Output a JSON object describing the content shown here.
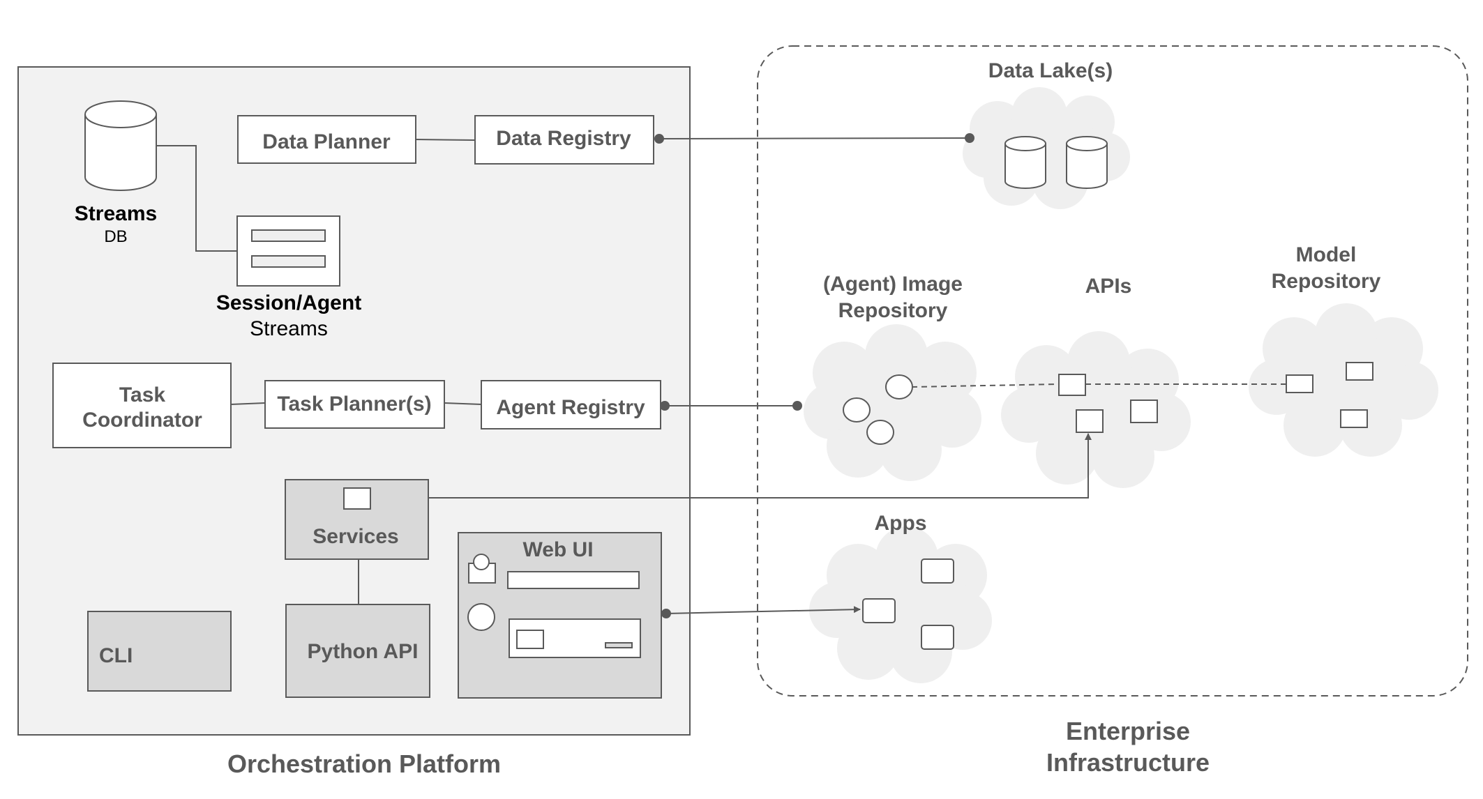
{
  "orchestration_platform": {
    "title": "Orchestration Platform",
    "streams_db": {
      "title": "Streams",
      "subtitle": "DB"
    },
    "data_planner": "Data Planner",
    "data_registry": "Data Registry",
    "session_agent_streams": {
      "title": "Session/Agent",
      "subtitle": "Streams"
    },
    "task_coordinator": {
      "line1": "Task",
      "line2": "Coordinator"
    },
    "task_planners": "Task Planner(s)",
    "agent_registry": "Agent Registry",
    "services": "Services",
    "web_ui": "Web UI",
    "python_api": "Python API",
    "cli": "CLI"
  },
  "enterprise_infrastructure": {
    "title_line1": "Enterprise",
    "title_line2": "Infrastructure",
    "data_lakes": "Data Lake(s)",
    "image_repository": {
      "line1": "(Agent) Image",
      "line2": "Repository"
    },
    "apis": "APIs",
    "model_repository": {
      "line1": "Model",
      "line2": "Repository"
    },
    "apps": "Apps"
  },
  "colors": {
    "platform_fill": "#f2f2f2",
    "box_fill": "#ffffff",
    "dark_box_fill": "#d9d9d9",
    "cloud_fill": "#efefef",
    "stroke": "#595959",
    "text_dark": "#000000",
    "text_gray": "#595959"
  }
}
